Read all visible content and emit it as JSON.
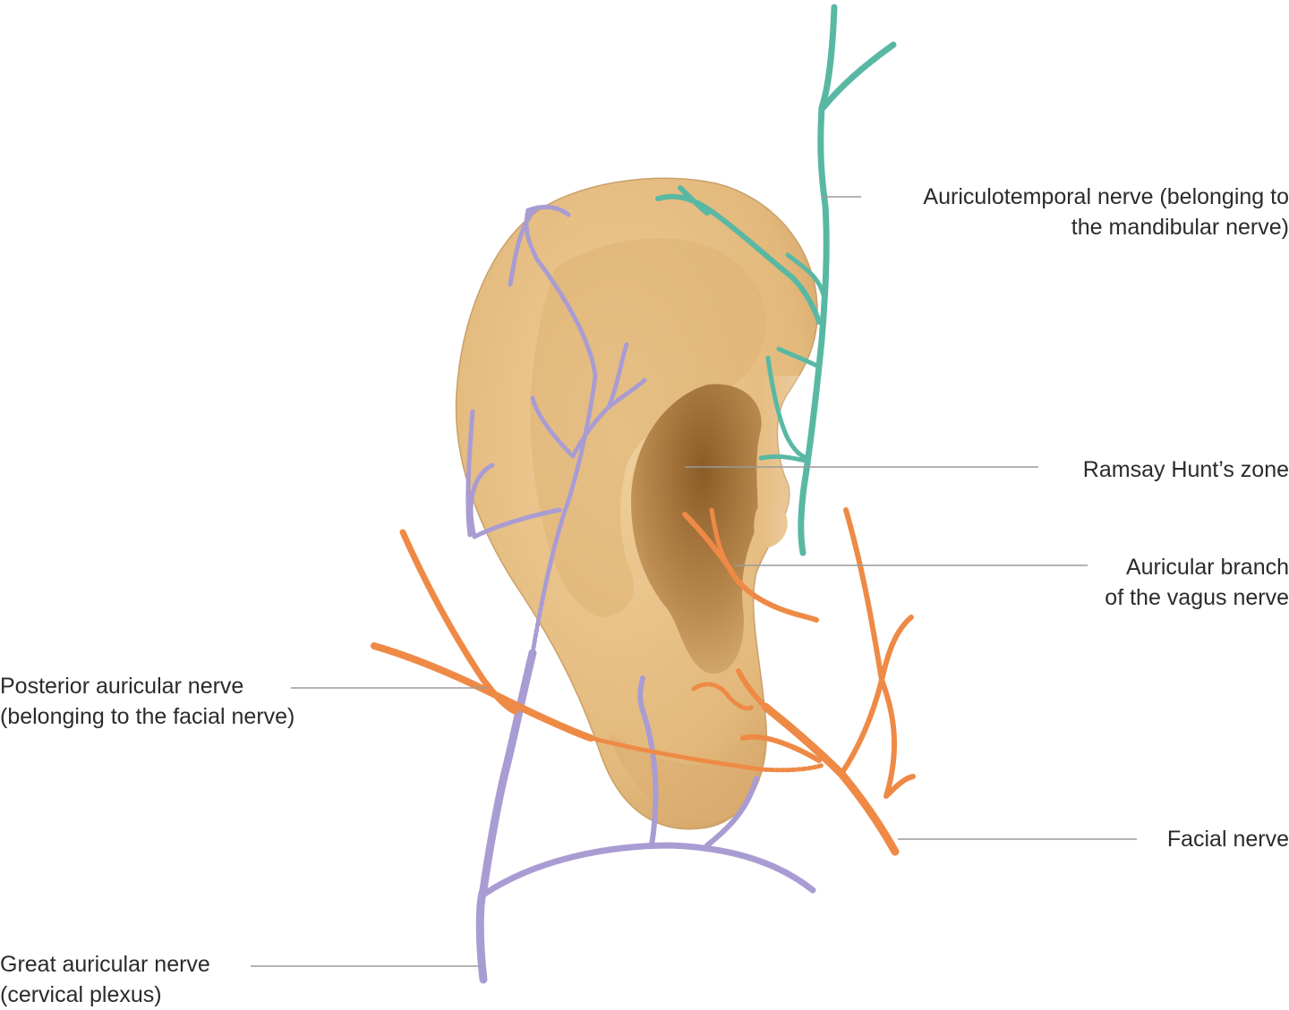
{
  "labels": {
    "auriculotemporal": {
      "line1": "Auriculotemporal nerve (belonging to",
      "line2": "the mandibular nerve)"
    },
    "ramsay_hunt": {
      "line1": "Ramsay Hunt’s zone"
    },
    "auricular_branch_vagus": {
      "line1": "Auricular branch",
      "line2": "of the vagus nerve"
    },
    "facial": {
      "line1": "Facial nerve"
    },
    "posterior_auricular": {
      "line1": "Posterior auricular nerve",
      "line2": "(belonging to the facial nerve)"
    },
    "great_auricular": {
      "line1": "Great auricular nerve",
      "line2": "(cervical plexus)"
    }
  },
  "colors": {
    "ear_skin": "#e8c187",
    "ear_shadow": "#b98a4e",
    "concha": "#a9793f",
    "auriculotemporal_nerve": "#59b8a4",
    "vagus_facial_nerves": "#ee8a46",
    "great_auricular_nerve": "#a99cd3",
    "leader_line": "#9a9a9a"
  }
}
